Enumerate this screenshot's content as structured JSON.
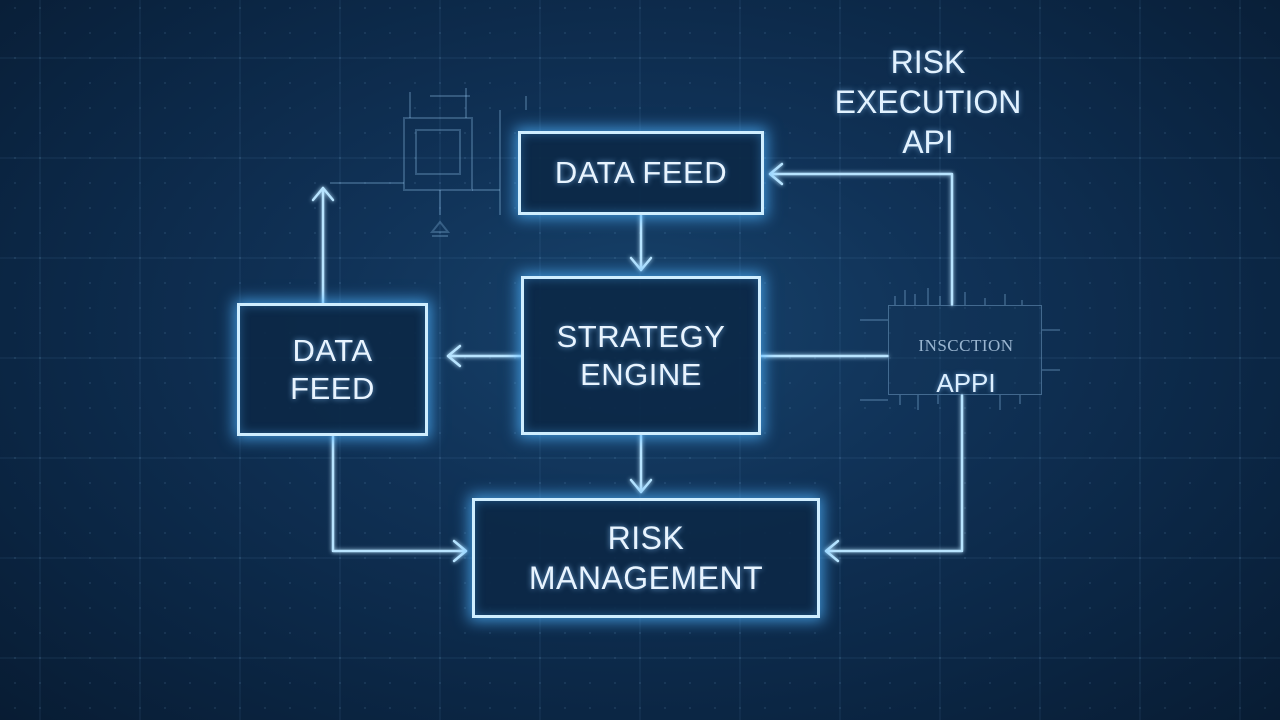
{
  "nodes": {
    "data_feed_top": "DATA FEED",
    "strategy_engine": "STRATEGY\nENGINE",
    "data_feed_left": "DATA\nFEED",
    "risk_management": "RISK\nMANAGEMENT"
  },
  "annotations": {
    "risk_execution_api": "RISK\nEXECUTION\nAPI",
    "chip_small_text": "INSCCTION",
    "chip_large_text": "APPI"
  },
  "colors": {
    "background": "#0b2540",
    "node_border": "#cfeeff",
    "glow": "#50b4ff",
    "wire": "#b8e4ff"
  }
}
